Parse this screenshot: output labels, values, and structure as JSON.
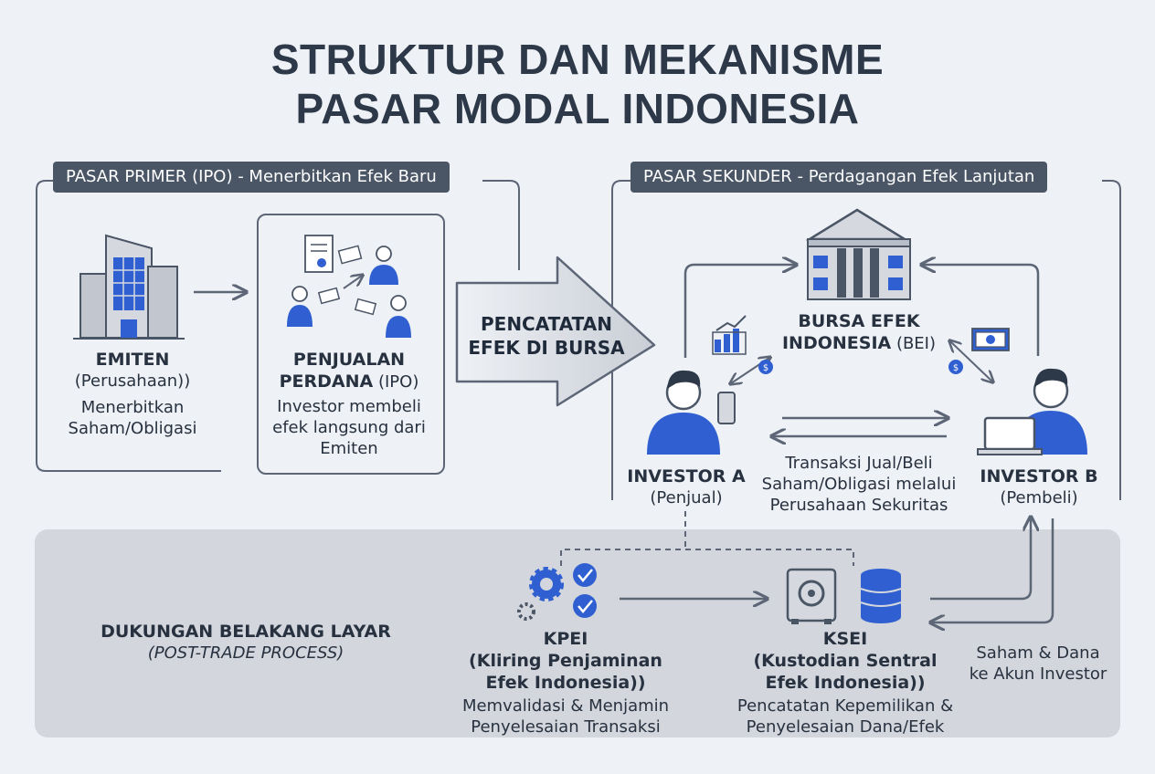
{
  "title": {
    "line1": "STRUKTUR DAN MEKANISME",
    "line2": "PASAR MODAL INDONESIA"
  },
  "primary": {
    "header": "PASAR PRIMER (IPO) - Menerbitkan Efek Baru",
    "emiten": {
      "name": "EMITEN",
      "sub": "(Perusahaan))",
      "desc1": "Menerbitkan",
      "desc2": "Saham/Obligasi"
    },
    "ipo": {
      "name1": "PENJUALAN",
      "name2": "PERDANA",
      "name2b": " (IPO)",
      "desc1": "Investor membeli",
      "desc2": "efek langsung dari",
      "desc3": "Emiten"
    }
  },
  "listing": {
    "line1": "PENCATATAN",
    "line2": "EFEK DI BURSA"
  },
  "secondary": {
    "header": "PASAR SEKUNDER - Perdagangan Efek Lanjutan",
    "bei": {
      "line1": "BURSA EFEK",
      "line2": "INDONESIA",
      "line2b": " (BEI)"
    },
    "investor_a": {
      "name": "INVESTOR A",
      "role": "(Penjual)"
    },
    "investor_b": {
      "name": "INVESTOR B",
      "role": "(Pembeli)"
    },
    "transaction": {
      "line1": "Transaksi Jual/Beli",
      "line2": "Saham/Obligasi melalui",
      "line3": "Perusahaan Sekuritas"
    }
  },
  "post_trade": {
    "title": "DUKUNGAN BELAKANG LAYAR",
    "subtitle": "(POST-TRADE PROCESS)",
    "kpei": {
      "line1": "KPEI",
      "line2": "(Kliring Penjaminan",
      "line3": "Efek Indonesia))",
      "desc1": "Memvalidasi & Menjamin",
      "desc2": "Penyelesaian Transaksi"
    },
    "ksei": {
      "line1": "KSEI",
      "line2": "(Kustodian Sentral",
      "line3": "Efek Indonesia))",
      "desc1": "Pencatatan Kepemilikan &",
      "desc2": "Penyelesaian Dana/Efek"
    },
    "settlement": {
      "line1": "Saham & Dana",
      "line2": "ke Akun Investor"
    }
  },
  "colors": {
    "accent": "#2f5fd0",
    "dark": "#4a5566",
    "line": "#5c6677",
    "panel": "#d3d6dc"
  }
}
